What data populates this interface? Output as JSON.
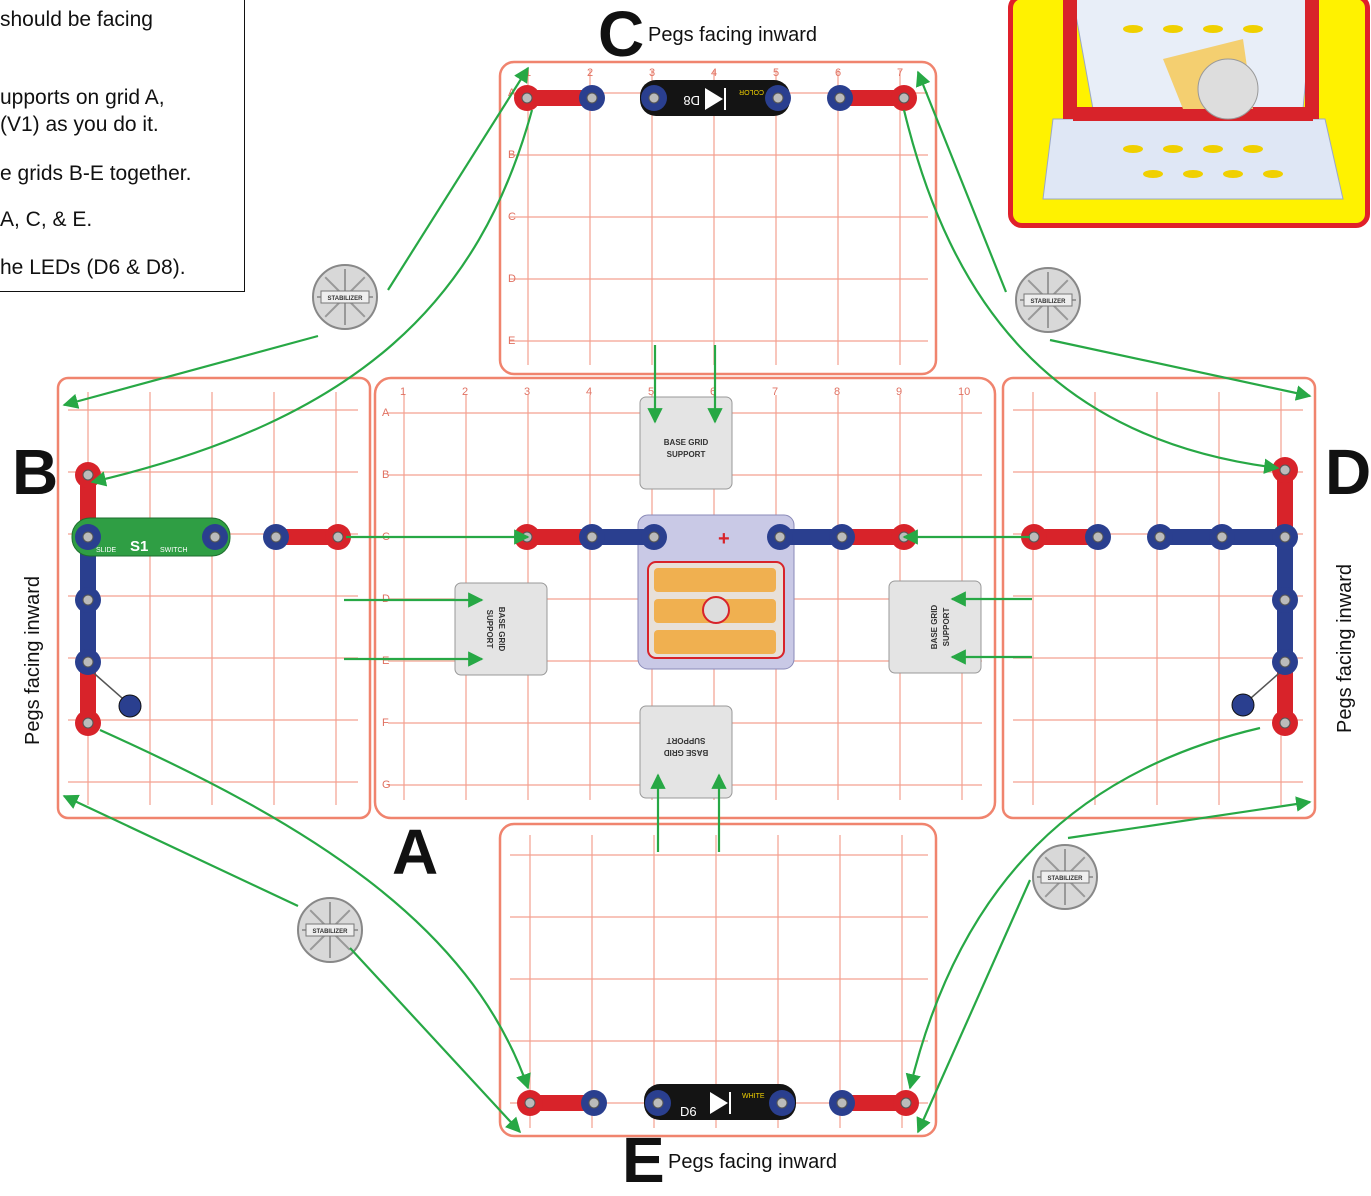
{
  "instructions": [
    "should be facing",
    "upports on grid A,",
    "(V1) as you do it.",
    "e grids B-E together.",
    "A, C, & E.",
    "he LEDs (D6 & D8)."
  ],
  "grid_letters": {
    "a": "A",
    "b": "B",
    "c": "C",
    "d": "D",
    "e": "E"
  },
  "captions": {
    "c": "Pegs facing inward",
    "e": "Pegs facing inward",
    "b": "Pegs facing inward",
    "d": "Pegs facing inward"
  },
  "parts": {
    "base_grid_support": [
      "BASE GRID",
      "SUPPORT"
    ],
    "stabilizer": "STABILIZER",
    "switch_label": "S1",
    "switch_text": [
      "SLIDE",
      "SWITCH"
    ],
    "led_top": "D8",
    "led_top_text": "COLOR",
    "led_bottom": "D6",
    "led_bottom_text": "WHITE"
  },
  "grid_a": {
    "cols": [
      "1",
      "2",
      "3",
      "4",
      "5",
      "6",
      "7",
      "8",
      "9",
      "10"
    ],
    "rows": [
      "A",
      "B",
      "C",
      "D",
      "E",
      "F",
      "G"
    ]
  },
  "grid_c": {
    "cols": [
      "1",
      "2",
      "3",
      "4",
      "5",
      "6",
      "7"
    ],
    "rows": [
      "A",
      "B",
      "C",
      "D",
      "E"
    ]
  },
  "colors": {
    "grid": "#f0846e",
    "red": "#d8232a",
    "blue": "#2a3f8f",
    "arrow": "#27a845",
    "inset_border": "#e0202a",
    "inset_bg": "#fff200"
  }
}
